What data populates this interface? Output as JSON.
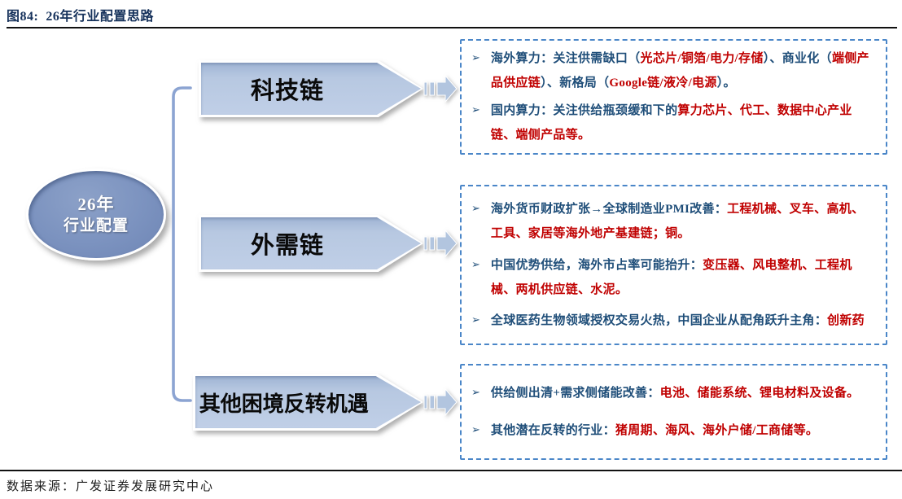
{
  "header": {
    "figure_label": "图84:",
    "title": "26年行业配置思路"
  },
  "center_node": {
    "line1": "26年",
    "line2": "行业配置"
  },
  "glyphs": {
    "bullet_arrow": "➢",
    "flow_arrow": "striped-right-arrow"
  },
  "colors": {
    "blue": "#1F4E79",
    "red": "#C00000",
    "title_navy": "#15315B",
    "node_fill": "#7B92BF",
    "shape_fill": "#B7C8E1",
    "bracket": "#8CA4D2",
    "box_border": "#4A86C8"
  },
  "branches": [
    {
      "label": "科技链",
      "bullets": [
        {
          "segments": [
            {
              "text": "海外算力：关注供需缺口（",
              "color": "blue"
            },
            {
              "text": "光芯片/铜箔/电力/存储",
              "color": "red"
            },
            {
              "text": "）、商业化（",
              "color": "blue"
            },
            {
              "text": "端侧产品供应链",
              "color": "red"
            },
            {
              "text": "）、新格局（",
              "color": "blue"
            },
            {
              "text": "Google链/液冷/电源",
              "color": "red"
            },
            {
              "text": "）。",
              "color": "blue"
            }
          ]
        },
        {
          "segments": [
            {
              "text": "国内算力：关注供给瓶颈缓和下的",
              "color": "blue"
            },
            {
              "text": "算力芯片、代工、数据中心产业链、端侧产品等。",
              "color": "red"
            }
          ]
        }
      ]
    },
    {
      "label": "外需链",
      "bullets": [
        {
          "segments": [
            {
              "text": "海外货币财政扩张→全球制造业PMI改善：",
              "color": "blue"
            },
            {
              "text": "工程机械、叉车、高机、工具、家居等海外地产基建链；铜。",
              "color": "red"
            }
          ]
        },
        {
          "segments": [
            {
              "text": "中国优势供给，海外市占率可能抬升：",
              "color": "blue"
            },
            {
              "text": "变压器、风电整机、工程机械、两机供应链、水泥。",
              "color": "red"
            }
          ]
        },
        {
          "segments": [
            {
              "text": "全球医药生物领域授权交易火热，中国企业从配角跃升主角：",
              "color": "blue"
            },
            {
              "text": "创新药",
              "color": "red"
            }
          ]
        }
      ]
    },
    {
      "label": "其他困境反转机遇",
      "bullets": [
        {
          "segments": [
            {
              "text": "供给侧出清+需求侧储能改善：",
              "color": "blue"
            },
            {
              "text": "电池、储能系统、锂电材料及设备。",
              "color": "red"
            }
          ]
        },
        {
          "segments": [
            {
              "text": "其他潜在反转的行业：",
              "color": "blue"
            },
            {
              "text": "猪周期、海风、海外户储/工商储等。",
              "color": "red"
            }
          ]
        }
      ]
    }
  ],
  "footer": {
    "source": "数据来源：广发证券发展研究中心"
  }
}
